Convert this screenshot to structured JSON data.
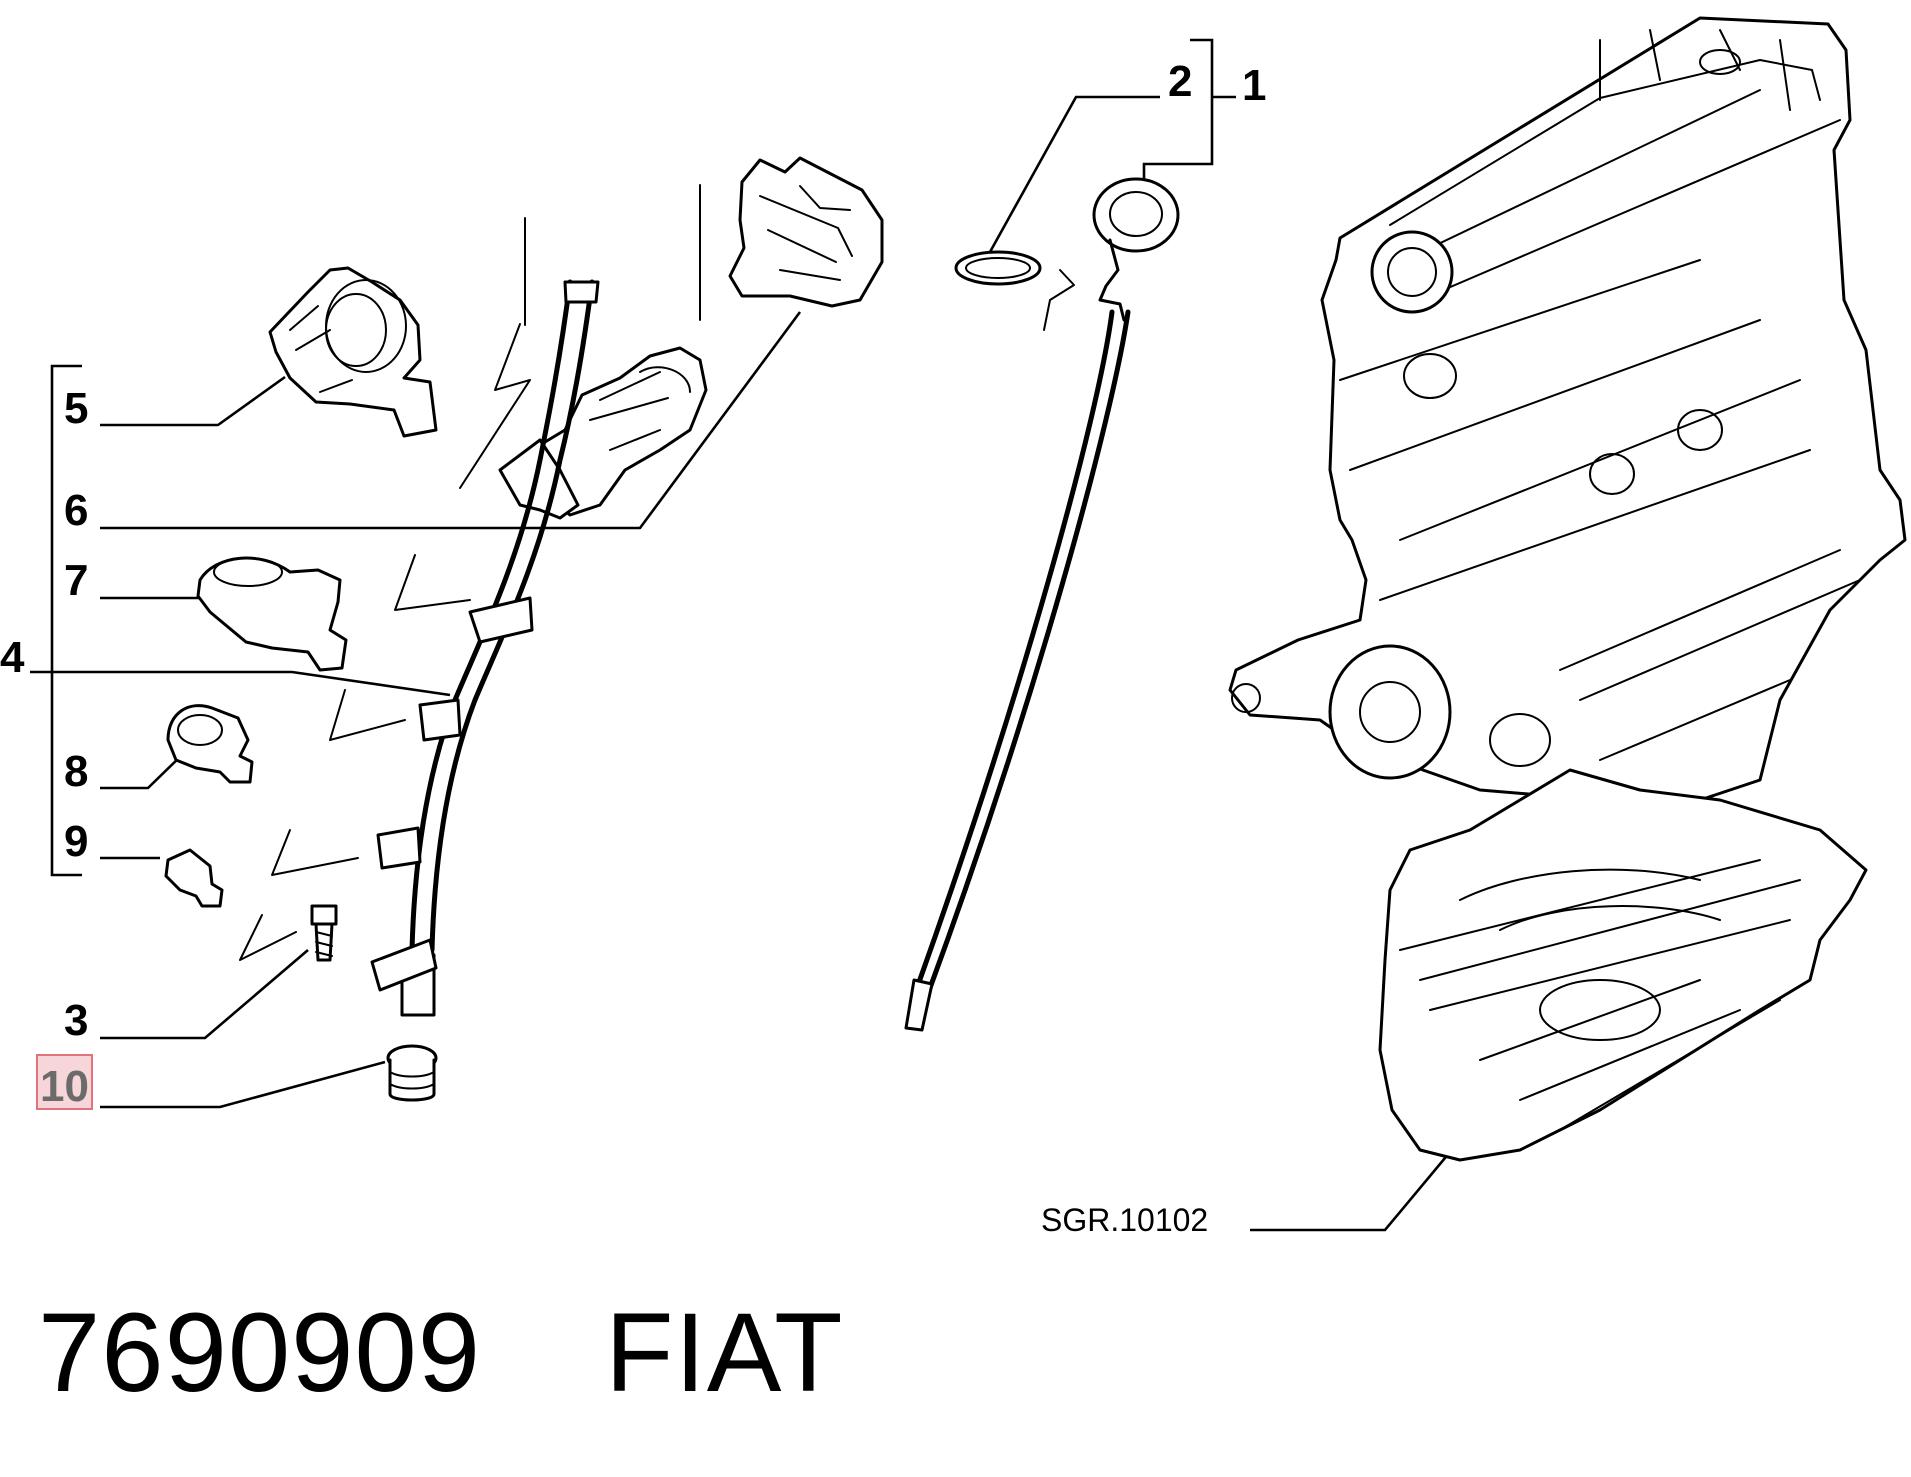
{
  "callouts": [
    {
      "id": "1",
      "label": "1"
    },
    {
      "id": "2",
      "label": "2"
    },
    {
      "id": "3",
      "label": "3"
    },
    {
      "id": "4",
      "label": "4"
    },
    {
      "id": "5",
      "label": "5"
    },
    {
      "id": "6",
      "label": "6"
    },
    {
      "id": "7",
      "label": "7"
    },
    {
      "id": "8",
      "label": "8"
    },
    {
      "id": "9",
      "label": "9"
    },
    {
      "id": "10",
      "label": "10",
      "highlighted": true
    }
  ],
  "reference_label": "SGR.10102",
  "footer": {
    "part_number": "7690909",
    "brand": "FIAT"
  },
  "colors": {
    "line": "#000000",
    "highlight_fill": "#f6d6d8",
    "highlight_border": "#e0737c",
    "highlight_text": "#6b6b6b"
  }
}
